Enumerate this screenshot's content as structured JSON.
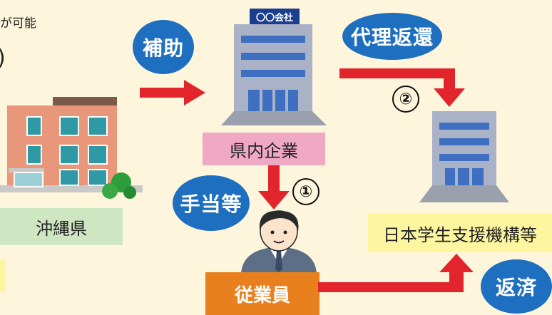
{
  "partial_top_text": "が可能",
  "partial_paren": ")",
  "bubbles": {
    "subsidy": "補助",
    "proxy_repay": "代理返還",
    "allowance": "手当等",
    "repay": "返済"
  },
  "labels": {
    "okinawa": "沖縄県",
    "company": "県内企業",
    "jasso": "日本学生支援機構等",
    "employee": "従業員"
  },
  "company_sign": "〇〇会社",
  "step_numbers": {
    "one": "①",
    "two": "②"
  },
  "colors": {
    "background": "#fdf6dc",
    "bubble_blue": "#1f6fc0",
    "arrow_red": "#e2242c",
    "okinawa_box": "#cfe6c3",
    "company_box": "#f0a9c5",
    "jasso_box": "#fdf5a0",
    "employee_box": "#e8801e"
  }
}
